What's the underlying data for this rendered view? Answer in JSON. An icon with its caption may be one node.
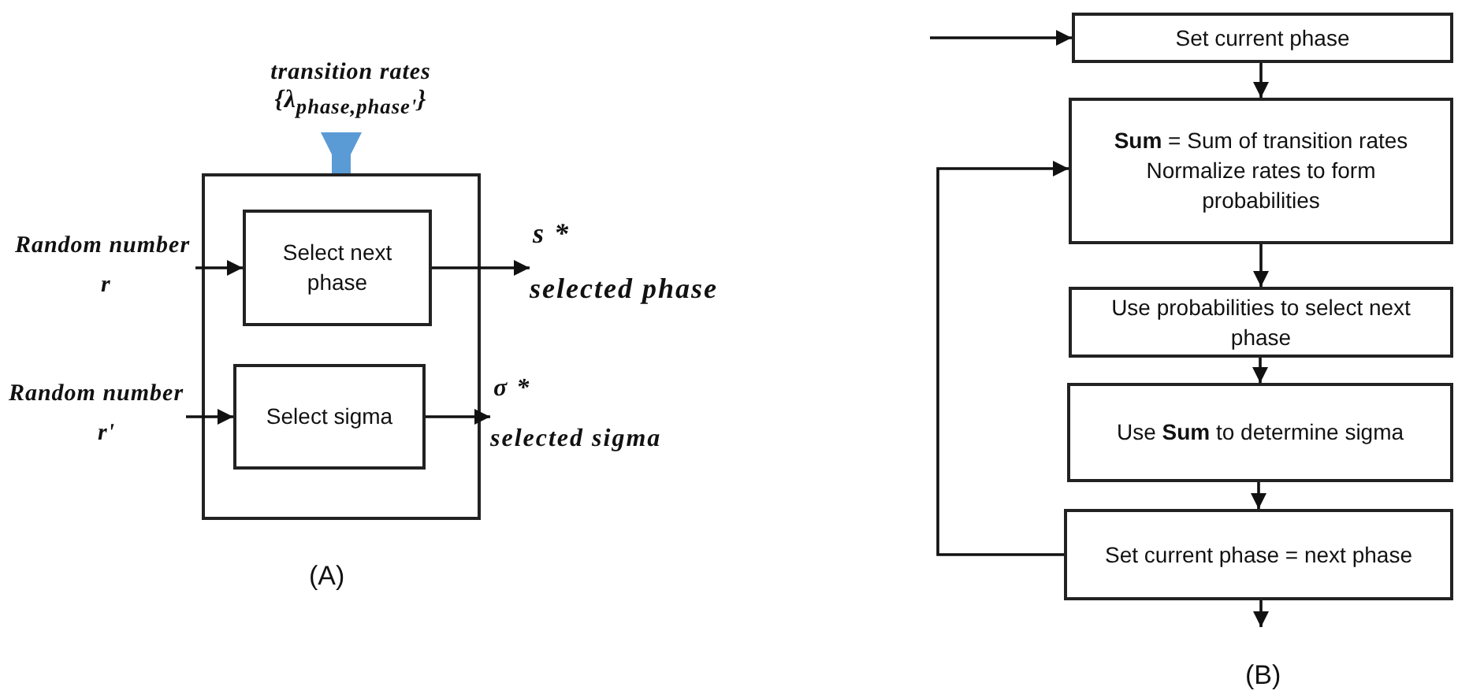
{
  "diagram": {
    "nodes": [
      {
        "text": [],
        "shape": "box"
      },
      {
        "text": [
          "Select next phase"
        ],
        "in": 0
      },
      {
        "text": [
          "Select sigma"
        ],
        "in": 0
      },
      {
        "text": [
          "Random number",
          "r"
        ]
      },
      {
        "text": [
          "Random number",
          "r'"
        ]
      },
      {
        "text": [
          "transition rates",
          "{λ$_{phase,phase'}$}"
        ]
      },
      {
        "text": [
          "Set current phase"
        ]
      },
      {
        "text": [
          "**Sum** = Sum of transition rates Normalize rates to form probabilities"
        ]
      },
      {
        "text": [
          "Use probabilities to select next phase"
        ]
      },
      {
        "text": [
          "Use  **Sum** to determine sigma"
        ]
      },
      {
        "text": [
          "Set current phase = next phase"
        ]
      },
      {
        "text": [
          "s *",
          "selected phase"
        ]
      },
      {
        "text": [
          "σ *",
          "selected sigma"
        ]
      }
    ],
    "edges": [
      {
        "from": 3,
        "to": 1,
        "arrow": "to"
      },
      {
        "from": 4,
        "to": 2,
        "arrow": "to"
      },
      {
        "from": 5,
        "to": 0,
        "arrow": "to",
        "style": "thick",
        "color": "#5b9bd5"
      },
      {
        "from": 1,
        "to": 11,
        "arrow": "to"
      },
      {
        "from": 2,
        "to": 12,
        "arrow": "to"
      },
      {
        "from": null,
        "to": 6,
        "arrow": "to"
      },
      {
        "from": 6,
        "to": 7,
        "arrow": "to"
      },
      {
        "from": 7,
        "to": 8,
        "arrow": "to"
      },
      {
        "from": 8,
        "to": 9,
        "arrow": "to"
      },
      {
        "from": 9,
        "to": 10,
        "arrow": "to"
      },
      {
        "from": 10,
        "to": 7,
        "arrow": "to"
      },
      {
        "from": 10,
        "to": null,
        "arrow": "to"
      }
    ],
    "labels": [
      "(A)",
      "(B)"
    ]
  }
}
